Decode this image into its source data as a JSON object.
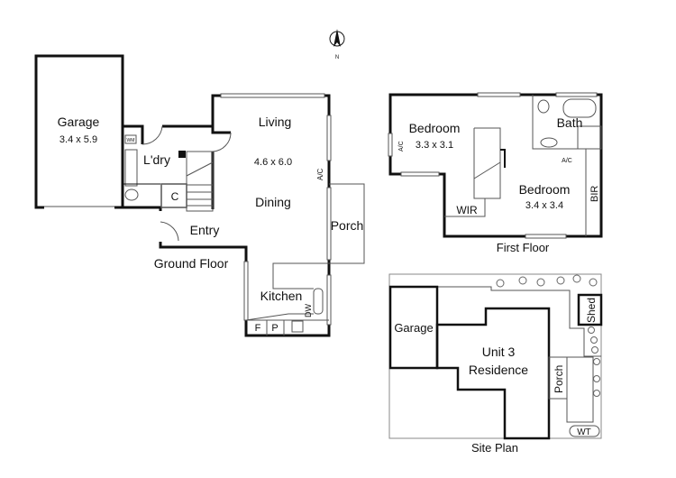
{
  "compass": {
    "label": "N"
  },
  "ground_floor": {
    "title": "Ground Floor",
    "rooms": {
      "garage": {
        "name": "Garage",
        "size": "3.4 x 5.9"
      },
      "laundry": {
        "name": "L'dry"
      },
      "washing_machine": "WM",
      "cupboard": "C",
      "entry": "Entry",
      "living": "Living",
      "living_size": "4.6 x 6.0",
      "dining": "Dining",
      "porch": "Porch",
      "kitchen": "Kitchen",
      "ac": "A/C",
      "dishwasher": "DW",
      "fridge": "F",
      "pantry": "P"
    }
  },
  "first_floor": {
    "title": "First Floor",
    "rooms": {
      "bedroom1": {
        "name": "Bedroom",
        "size": "3.3 x 3.1"
      },
      "bedroom2": {
        "name": "Bedroom",
        "size": "3.4 x 3.4"
      },
      "bath": "Bath",
      "wir": "WIR",
      "bir": "BIR",
      "ac1": "A/C",
      "ac2": "A/C"
    }
  },
  "site_plan": {
    "title": "Site Plan",
    "garage": "Garage",
    "residence_line1": "Unit 3",
    "residence_line2": "Residence",
    "porch": "Porch",
    "shed": "Shed",
    "water_tank": "WT"
  }
}
